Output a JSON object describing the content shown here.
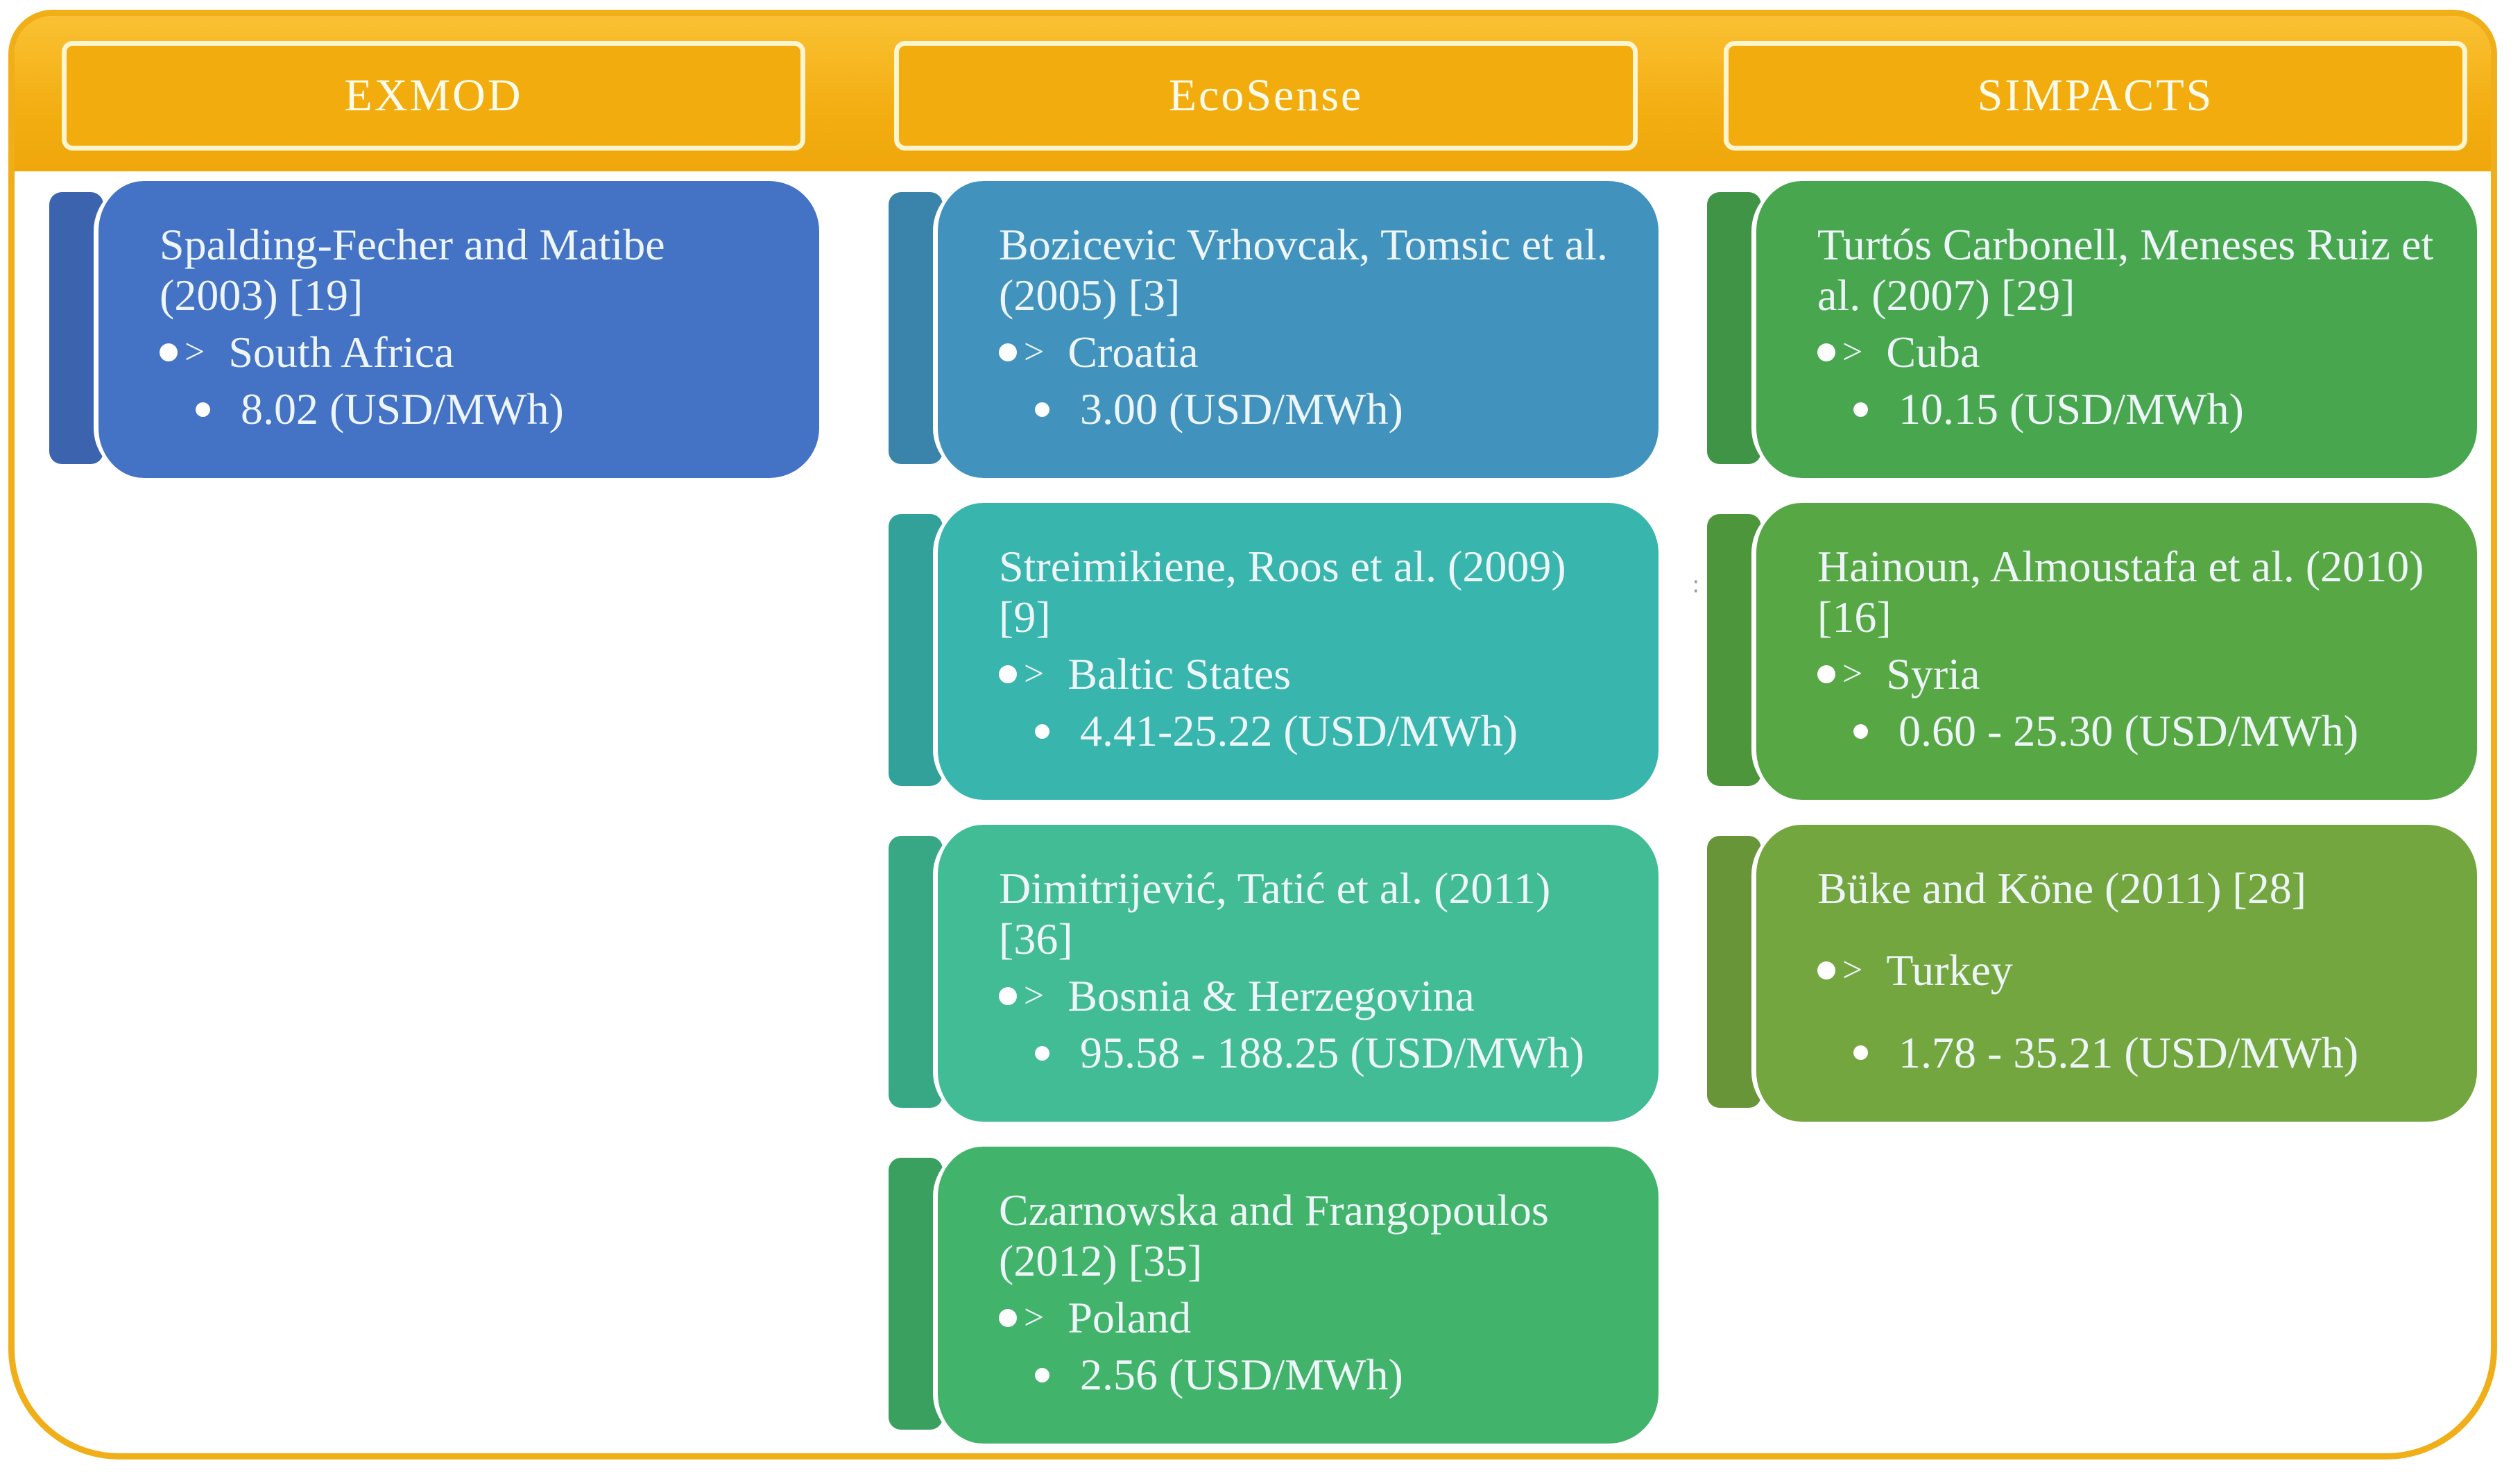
{
  "figure": {
    "description": "Three-column rounded diagram of external cost studies grouped by assessment model",
    "background": "#FFFFFF"
  },
  "frame": {
    "border_color": "#F0AF18",
    "band_gradient_top": "#FAC133",
    "band_gradient_bottom": "#EFA70B",
    "header_box_fill": "#F2AC0D",
    "header_box_border": "#FCF5D0",
    "header_text_color": "#FDFBE9",
    "card_text_color": "#EDF5F8"
  },
  "icons": {
    "level1_bullet_dot": "filled-circle",
    "level1_bullet_arrow": ">",
    "level2_bullet_dot": "filled-circle"
  },
  "columns": [
    {
      "label": "EXMOD",
      "cards": [
        {
          "reference": "Spalding-Fecher and Matibe (2003) [19]",
          "country": "South Africa",
          "value": "8.02 (USD/MWh)",
          "color": "#4472C4",
          "tab_color": "#3C64AE"
        }
      ]
    },
    {
      "label": "EcoSense",
      "cards": [
        {
          "reference": "Bozicevic Vrhovcak, Tomsic et al. (2005) [3]",
          "country": "Croatia",
          "value": "3.00 (USD/MWh)",
          "color": "#4193BE",
          "tab_color": "#3A83AA"
        },
        {
          "reference": "Streimikiene, Roos et al. (2009) [9]",
          "country": "Baltic States",
          "value": "4.41-25.22 (USD/MWh)",
          "color": "#38B5AD",
          "tab_color": "#31A19A"
        },
        {
          "reference": "Dimitrijević, Tatić et al. (2011) [36]",
          "country": "Bosnia & Herzegovina",
          "value": "95.58 - 188.25 (USD/MWh)",
          "color": "#41BC94",
          "tab_color": "#38A884"
        },
        {
          "reference": "Czarnowska and Frangopoulos (2012) [35]",
          "country": "Poland",
          "value": "2.56 (USD/MWh)",
          "color": "#42B36B",
          "tab_color": "#3AA05F"
        }
      ]
    },
    {
      "label": "SIMPACTS",
      "cards": [
        {
          "reference": "Turtós Carbonell, Meneses Ruiz et al. (2007) [29]",
          "country": "Cuba",
          "value": "10.15 (USD/MWh)",
          "color": "#48A64F",
          "tab_color": "#409446"
        },
        {
          "reference": "Hainoun, Almoustafa et al. (2010) [16]",
          "country": "Syria",
          "value": "0.60 - 25.30 (USD/MWh)",
          "color": "#57A844",
          "tab_color": "#4D963C"
        },
        {
          "reference": "Büke and Köne (2011) [28]",
          "country": "Turkey",
          "value": "1.78 - 35.21 (USD/MWh)",
          "color": "#74A63F",
          "tab_color": "#689538"
        }
      ]
    }
  ],
  "stray_mark": ":"
}
